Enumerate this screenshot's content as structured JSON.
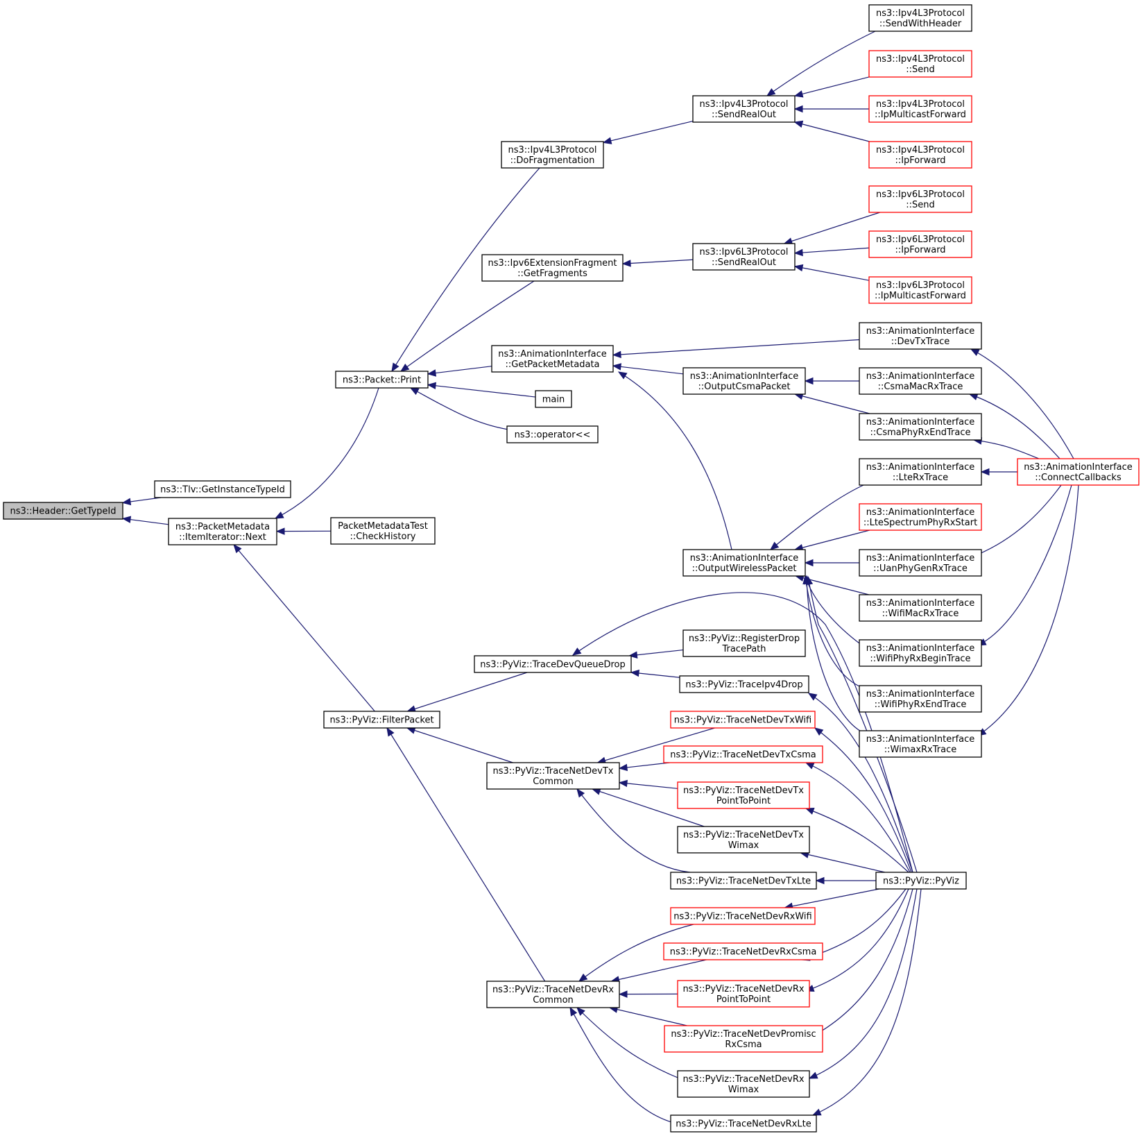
{
  "nodes": [
    {
      "id": "header_gettypeid",
      "lines": [
        "ns3::Header::GetTypeId"
      ],
      "red": false,
      "root": true
    },
    {
      "id": "tlv_getinstancetypeid",
      "lines": [
        "ns3::Tlv::GetInstanceTypeId"
      ],
      "red": false
    },
    {
      "id": "packetmetadata_next",
      "lines": [
        "ns3::PacketMetadata",
        "::ItemIterator::Next"
      ],
      "red": false
    },
    {
      "id": "packet_print",
      "lines": [
        "ns3::Packet::Print"
      ],
      "red": false
    },
    {
      "id": "packetmetadatatest_checkhistory",
      "lines": [
        "PacketMetadataTest",
        "::CheckHistory"
      ],
      "red": false
    },
    {
      "id": "pyviz_filterpacket",
      "lines": [
        "ns3::PyViz::FilterPacket"
      ],
      "red": false
    },
    {
      "id": "ipv4_dofragmentation",
      "lines": [
        "ns3::Ipv4L3Protocol",
        "::DoFragmentation"
      ],
      "red": false
    },
    {
      "id": "ipv6ext_getfragments",
      "lines": [
        "ns3::Ipv6ExtensionFragment",
        "::GetFragments"
      ],
      "red": false
    },
    {
      "id": "anim_getpacketmetadata",
      "lines": [
        "ns3::AnimationInterface",
        "::GetPacketMetadata"
      ],
      "red": false
    },
    {
      "id": "main",
      "lines": [
        "main"
      ],
      "red": false
    },
    {
      "id": "operator_ll",
      "lines": [
        "ns3::operator<<"
      ],
      "red": false
    },
    {
      "id": "pyviz_tracedevqueuedrop",
      "lines": [
        "ns3::PyViz::TraceDevQueueDrop"
      ],
      "red": false
    },
    {
      "id": "pyviz_tracenetdevtxcommon",
      "lines": [
        "ns3::PyViz::TraceNetDevTx",
        "Common"
      ],
      "red": false
    },
    {
      "id": "pyviz_tracenetdevrxcommon",
      "lines": [
        "ns3::PyViz::TraceNetDevRx",
        "Common"
      ],
      "red": false
    },
    {
      "id": "ipv4_sendrealout",
      "lines": [
        "ns3::Ipv4L3Protocol",
        "::SendRealOut"
      ],
      "red": false
    },
    {
      "id": "ipv6_sendrealout",
      "lines": [
        "ns3::Ipv6L3Protocol",
        "::SendRealOut"
      ],
      "red": false
    },
    {
      "id": "anim_outputcsmapacket",
      "lines": [
        "ns3::AnimationInterface",
        "::OutputCsmaPacket"
      ],
      "red": false
    },
    {
      "id": "anim_outputwirelesspacket",
      "lines": [
        "ns3::AnimationInterface",
        "::OutputWirelessPacket"
      ],
      "red": false
    },
    {
      "id": "pyviz_registerdroptracepath",
      "lines": [
        "ns3::PyViz::RegisterDrop",
        "TracePath"
      ],
      "red": false
    },
    {
      "id": "pyviz_traceipv4drop",
      "lines": [
        "ns3::PyViz::TraceIpv4Drop"
      ],
      "red": false
    },
    {
      "id": "pyviz_tracenetdevtxwifi",
      "lines": [
        "ns3::PyViz::TraceNetDevTxWifi"
      ],
      "red": true
    },
    {
      "id": "pyviz_tracenetdevtxcsma",
      "lines": [
        "ns3::PyViz::TraceNetDevTxCsma"
      ],
      "red": true
    },
    {
      "id": "pyviz_tracenetdevtxp2p",
      "lines": [
        "ns3::PyViz::TraceNetDevTx",
        "PointToPoint"
      ],
      "red": true
    },
    {
      "id": "pyviz_tracenetdevtxwimax",
      "lines": [
        "ns3::PyViz::TraceNetDevTx",
        "Wimax"
      ],
      "red": false
    },
    {
      "id": "pyviz_tracenetdevtxlte",
      "lines": [
        "ns3::PyViz::TraceNetDevTxLte"
      ],
      "red": false
    },
    {
      "id": "pyviz_tracenetdevrxwifi",
      "lines": [
        "ns3::PyViz::TraceNetDevRxWifi"
      ],
      "red": true
    },
    {
      "id": "pyviz_tracenetdevrxcsma",
      "lines": [
        "ns3::PyViz::TraceNetDevRxCsma"
      ],
      "red": true
    },
    {
      "id": "pyviz_tracenetdevrxp2p",
      "lines": [
        "ns3::PyViz::TraceNetDevRx",
        "PointToPoint"
      ],
      "red": true
    },
    {
      "id": "pyviz_tracenetdevpromiscrxcsma",
      "lines": [
        "ns3::PyViz::TraceNetDevPromisc",
        "RxCsma"
      ],
      "red": true
    },
    {
      "id": "pyviz_tracenetdevrxwimax",
      "lines": [
        "ns3::PyViz::TraceNetDevRx",
        "Wimax"
      ],
      "red": false
    },
    {
      "id": "pyviz_tracenetdevrxlte",
      "lines": [
        "ns3::PyViz::TraceNetDevRxLte"
      ],
      "red": false
    },
    {
      "id": "ipv4_sendwithheader",
      "lines": [
        "ns3::Ipv4L3Protocol",
        "::SendWithHeader"
      ],
      "red": false
    },
    {
      "id": "ipv4_send",
      "lines": [
        "ns3::Ipv4L3Protocol",
        "::Send"
      ],
      "red": true
    },
    {
      "id": "ipv4_ipmulticastforward",
      "lines": [
        "ns3::Ipv4L3Protocol",
        "::IpMulticastForward"
      ],
      "red": true
    },
    {
      "id": "ipv4_ipforward",
      "lines": [
        "ns3::Ipv4L3Protocol",
        "::IpForward"
      ],
      "red": true
    },
    {
      "id": "ipv6_send",
      "lines": [
        "ns3::Ipv6L3Protocol",
        "::Send"
      ],
      "red": true
    },
    {
      "id": "ipv6_ipforward",
      "lines": [
        "ns3::Ipv6L3Protocol",
        "::IpForward"
      ],
      "red": true
    },
    {
      "id": "ipv6_ipmulticastforward",
      "lines": [
        "ns3::Ipv6L3Protocol",
        "::IpMulticastForward"
      ],
      "red": true
    },
    {
      "id": "anim_devtxtrace",
      "lines": [
        "ns3::AnimationInterface",
        "::DevTxTrace"
      ],
      "red": false
    },
    {
      "id": "anim_csmamacrxtrace",
      "lines": [
        "ns3::AnimationInterface",
        "::CsmaMacRxTrace"
      ],
      "red": false
    },
    {
      "id": "anim_csmaphyrxendtrace",
      "lines": [
        "ns3::AnimationInterface",
        "::CsmaPhyRxEndTrace"
      ],
      "red": false
    },
    {
      "id": "anim_lterxtrace",
      "lines": [
        "ns3::AnimationInterface",
        "::LteRxTrace"
      ],
      "red": false
    },
    {
      "id": "anim_ltespectrumphyrxstart",
      "lines": [
        "ns3::AnimationInterface",
        "::LteSpectrumPhyRxStart"
      ],
      "red": true
    },
    {
      "id": "anim_uanphygenrxtrace",
      "lines": [
        "ns3::AnimationInterface",
        "::UanPhyGenRxTrace"
      ],
      "red": false
    },
    {
      "id": "anim_wifimacrxtrace",
      "lines": [
        "ns3::AnimationInterface",
        "::WifiMacRxTrace"
      ],
      "red": false
    },
    {
      "id": "anim_wifiphyrxbegintrace",
      "lines": [
        "ns3::AnimationInterface",
        "::WifiPhyRxBeginTrace"
      ],
      "red": false
    },
    {
      "id": "anim_wifiphyrxendtrace",
      "lines": [
        "ns3::AnimationInterface",
        "::WifiPhyRxEndTrace"
      ],
      "red": false
    },
    {
      "id": "anim_wimaxrxtrace",
      "lines": [
        "ns3::AnimationInterface",
        "::WimaxRxTrace"
      ],
      "red": false
    },
    {
      "id": "anim_connectcallbacks",
      "lines": [
        "ns3::AnimationInterface",
        "::ConnectCallbacks"
      ],
      "red": true
    },
    {
      "id": "pyviz_pyviz",
      "lines": [
        "ns3::PyViz::PyViz"
      ],
      "red": false
    }
  ],
  "edges": [
    {
      "from": "tlv_getinstancetypeid",
      "to": "header_gettypeid"
    },
    {
      "from": "packetmetadata_next",
      "to": "header_gettypeid"
    },
    {
      "from": "packet_print",
      "to": "packetmetadata_next"
    },
    {
      "from": "packetmetadatatest_checkhistory",
      "to": "packetmetadata_next"
    },
    {
      "from": "pyviz_filterpacket",
      "to": "packetmetadata_next"
    },
    {
      "from": "ipv4_dofragmentation",
      "to": "packet_print"
    },
    {
      "from": "ipv6ext_getfragments",
      "to": "packet_print"
    },
    {
      "from": "anim_getpacketmetadata",
      "to": "packet_print"
    },
    {
      "from": "main",
      "to": "packet_print"
    },
    {
      "from": "operator_ll",
      "to": "packet_print"
    },
    {
      "from": "ipv4_sendrealout",
      "to": "ipv4_dofragmentation"
    },
    {
      "from": "ipv4_sendwithheader",
      "to": "ipv4_sendrealout"
    },
    {
      "from": "ipv4_send",
      "to": "ipv4_sendrealout"
    },
    {
      "from": "ipv4_ipmulticastforward",
      "to": "ipv4_sendrealout"
    },
    {
      "from": "ipv4_ipforward",
      "to": "ipv4_sendrealout"
    },
    {
      "from": "ipv6_sendrealout",
      "to": "ipv6ext_getfragments"
    },
    {
      "from": "ipv6_send",
      "to": "ipv6_sendrealout"
    },
    {
      "from": "ipv6_ipforward",
      "to": "ipv6_sendrealout"
    },
    {
      "from": "ipv6_ipmulticastforward",
      "to": "ipv6_sendrealout"
    },
    {
      "from": "anim_devtxtrace",
      "to": "anim_getpacketmetadata"
    },
    {
      "from": "anim_outputcsmapacket",
      "to": "anim_getpacketmetadata"
    },
    {
      "from": "anim_outputwirelesspacket",
      "to": "anim_getpacketmetadata"
    },
    {
      "from": "anim_csmamacrxtrace",
      "to": "anim_outputcsmapacket"
    },
    {
      "from": "anim_csmaphyrxendtrace",
      "to": "anim_outputcsmapacket"
    },
    {
      "from": "anim_lterxtrace",
      "to": "anim_outputwirelesspacket"
    },
    {
      "from": "anim_ltespectrumphyrxstart",
      "to": "anim_outputwirelesspacket"
    },
    {
      "from": "anim_uanphygenrxtrace",
      "to": "anim_outputwirelesspacket"
    },
    {
      "from": "anim_wifimacrxtrace",
      "to": "anim_outputwirelesspacket"
    },
    {
      "from": "anim_wifiphyrxbegintrace",
      "to": "anim_outputwirelesspacket"
    },
    {
      "from": "anim_wifiphyrxendtrace",
      "to": "anim_outputwirelesspacket"
    },
    {
      "from": "anim_wimaxrxtrace",
      "to": "anim_outputwirelesspacket"
    },
    {
      "from": "anim_connectcallbacks",
      "to": "anim_devtxtrace"
    },
    {
      "from": "anim_connectcallbacks",
      "to": "anim_csmamacrxtrace"
    },
    {
      "from": "anim_connectcallbacks",
      "to": "anim_csmaphyrxendtrace"
    },
    {
      "from": "anim_connectcallbacks",
      "to": "anim_lterxtrace"
    },
    {
      "from": "anim_connectcallbacks",
      "to": "anim_uanphygenrxtrace"
    },
    {
      "from": "anim_connectcallbacks",
      "to": "anim_wifiphyrxbegintrace"
    },
    {
      "from": "anim_connectcallbacks",
      "to": "anim_wimaxrxtrace"
    },
    {
      "from": "pyviz_tracedevqueuedrop",
      "to": "pyviz_filterpacket"
    },
    {
      "from": "pyviz_tracenetdevtxcommon",
      "to": "pyviz_filterpacket"
    },
    {
      "from": "pyviz_tracenetdevrxcommon",
      "to": "pyviz_filterpacket"
    },
    {
      "from": "pyviz_registerdroptracepath",
      "to": "pyviz_tracedevqueuedrop"
    },
    {
      "from": "pyviz_traceipv4drop",
      "to": "pyviz_tracedevqueuedrop"
    },
    {
      "from": "pyviz_pyviz",
      "to": "pyviz_tracedevqueuedrop"
    },
    {
      "from": "pyviz_pyviz",
      "to": "pyviz_traceipv4drop"
    },
    {
      "from": "pyviz_tracenetdevtxwifi",
      "to": "pyviz_tracenetdevtxcommon"
    },
    {
      "from": "pyviz_tracenetdevtxcsma",
      "to": "pyviz_tracenetdevtxcommon"
    },
    {
      "from": "pyviz_tracenetdevtxp2p",
      "to": "pyviz_tracenetdevtxcommon"
    },
    {
      "from": "pyviz_tracenetdevtxwimax",
      "to": "pyviz_tracenetdevtxcommon"
    },
    {
      "from": "pyviz_tracenetdevtxlte",
      "to": "pyviz_tracenetdevtxcommon"
    },
    {
      "from": "pyviz_pyviz",
      "to": "pyviz_tracenetdevtxwifi"
    },
    {
      "from": "pyviz_pyviz",
      "to": "pyviz_tracenetdevtxcsma"
    },
    {
      "from": "pyviz_pyviz",
      "to": "pyviz_tracenetdevtxp2p"
    },
    {
      "from": "pyviz_pyviz",
      "to": "pyviz_tracenetdevtxwimax"
    },
    {
      "from": "pyviz_pyviz",
      "to": "pyviz_tracenetdevtxlte"
    },
    {
      "from": "pyviz_tracenetdevrxwifi",
      "to": "pyviz_tracenetdevrxcommon"
    },
    {
      "from": "pyviz_tracenetdevrxcsma",
      "to": "pyviz_tracenetdevrxcommon"
    },
    {
      "from": "pyviz_tracenetdevrxp2p",
      "to": "pyviz_tracenetdevrxcommon"
    },
    {
      "from": "pyviz_tracenetdevpromiscrxcsma",
      "to": "pyviz_tracenetdevrxcommon"
    },
    {
      "from": "pyviz_tracenetdevrxwimax",
      "to": "pyviz_tracenetdevrxcommon"
    },
    {
      "from": "pyviz_tracenetdevrxlte",
      "to": "pyviz_tracenetdevrxcommon"
    },
    {
      "from": "pyviz_pyviz",
      "to": "pyviz_tracenetdevrxwifi"
    },
    {
      "from": "pyviz_pyviz",
      "to": "pyviz_tracenetdevrxcsma"
    },
    {
      "from": "pyviz_pyviz",
      "to": "pyviz_tracenetdevrxp2p"
    },
    {
      "from": "pyviz_pyviz",
      "to": "pyviz_tracenetdevpromiscrxcsma"
    },
    {
      "from": "pyviz_pyviz",
      "to": "pyviz_tracenetdevrxwimax"
    },
    {
      "from": "pyviz_pyviz",
      "to": "pyviz_tracenetdevrxlte"
    },
    {
      "from": "pyviz_pyviz",
      "to": "anim_outputwirelesspacket"
    }
  ]
}
